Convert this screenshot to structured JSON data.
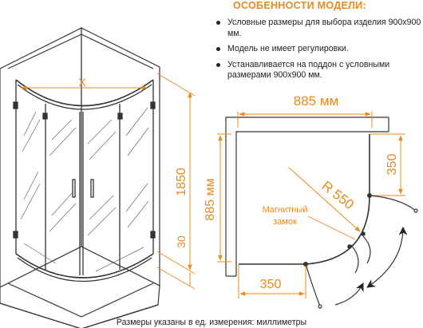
{
  "features": {
    "title": "ОСОБЕННОСТИ МОДЕЛИ:",
    "items": [
      {
        "text": "Условные размеры для выбора изделия 900х900 мм."
      },
      {
        "text": "Модель не имеет регулировки."
      },
      {
        "text": "Устанавливается на поддон с условными размерами 900х900 мм."
      }
    ]
  },
  "perspective_view": {
    "width_label": "X",
    "height_label": "1850",
    "tray_label": "30"
  },
  "plan_view": {
    "top_dim": "885 мм",
    "side_dim": "885 мм",
    "radius": "R 550",
    "right_door_dim": "350",
    "bottom_door_dim": "350",
    "magnet_label_line1": "Магнитный",
    "magnet_label_line2": "замок"
  },
  "footer": {
    "note": "Размеры указаны в ед. измерения: миллиметры"
  },
  "colors": {
    "accent": "#e8891c",
    "line": "#333333"
  }
}
